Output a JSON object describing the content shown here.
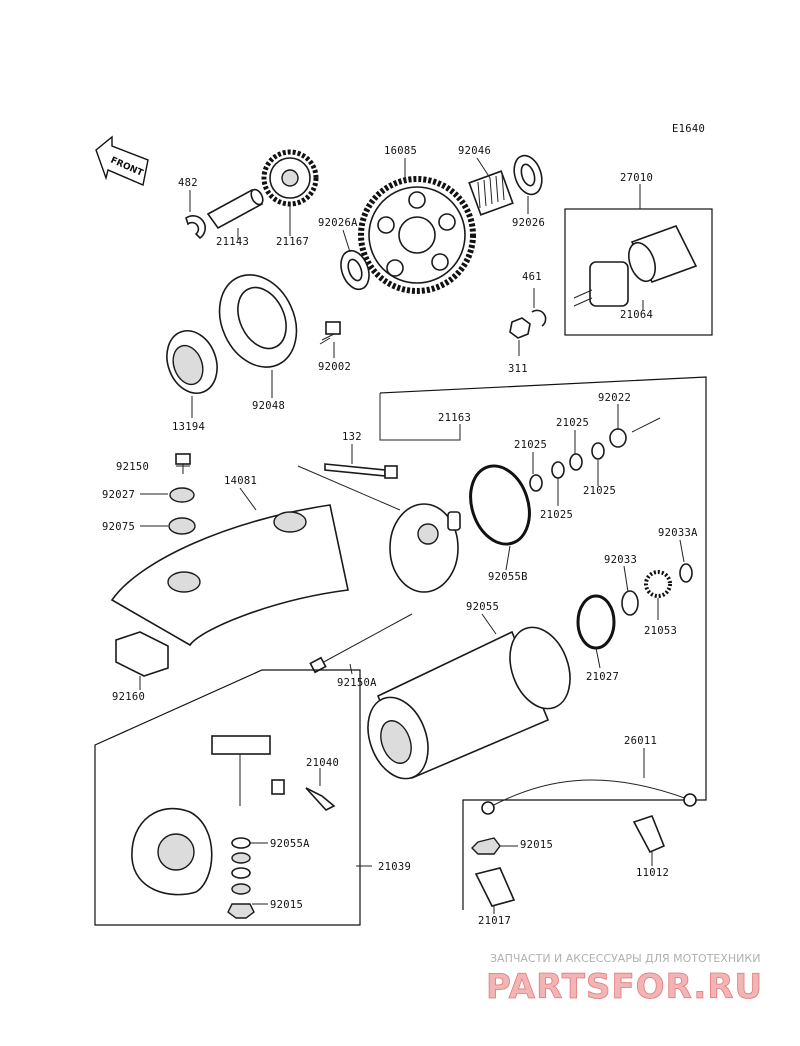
{
  "diagram": {
    "code": "E1640",
    "front_label": "FRONT",
    "labels": {
      "p482": "482",
      "p21143": "21143",
      "p21167": "21167",
      "p16085": "16085",
      "p92046": "92046",
      "p92026": "92026",
      "p92026A": "92026A",
      "p27010": "27010",
      "p461": "461",
      "p21064": "21064",
      "p311": "311",
      "p92002": "92002",
      "p92048": "92048",
      "p13194": "13194",
      "p132": "132",
      "p21163": "21163",
      "p92022": "92022",
      "p21025a": "21025",
      "p21025b": "21025",
      "p21025c": "21025",
      "p21025d": "21025",
      "p92150": "92150",
      "p92027": "92027",
      "p92075": "92075",
      "p14081": "14081",
      "p92055B": "92055B",
      "p92033A": "92033A",
      "p92033": "92033",
      "p21053": "21053",
      "p92055": "92055",
      "p21027": "21027",
      "p92150A": "92150A",
      "p92160": "92160",
      "p21040": "21040",
      "p92055A": "92055A",
      "p21039": "21039",
      "p92015a": "92015",
      "p26011": "26011",
      "p92015b": "92015",
      "p11012": "11012",
      "p21017": "21017"
    }
  },
  "watermark": {
    "caption": "ЗАПЧАСТИ И АКСЕССУАРЫ ДЛЯ МОТОТЕХНИКИ",
    "brand": "PARTSFOR.RU"
  }
}
